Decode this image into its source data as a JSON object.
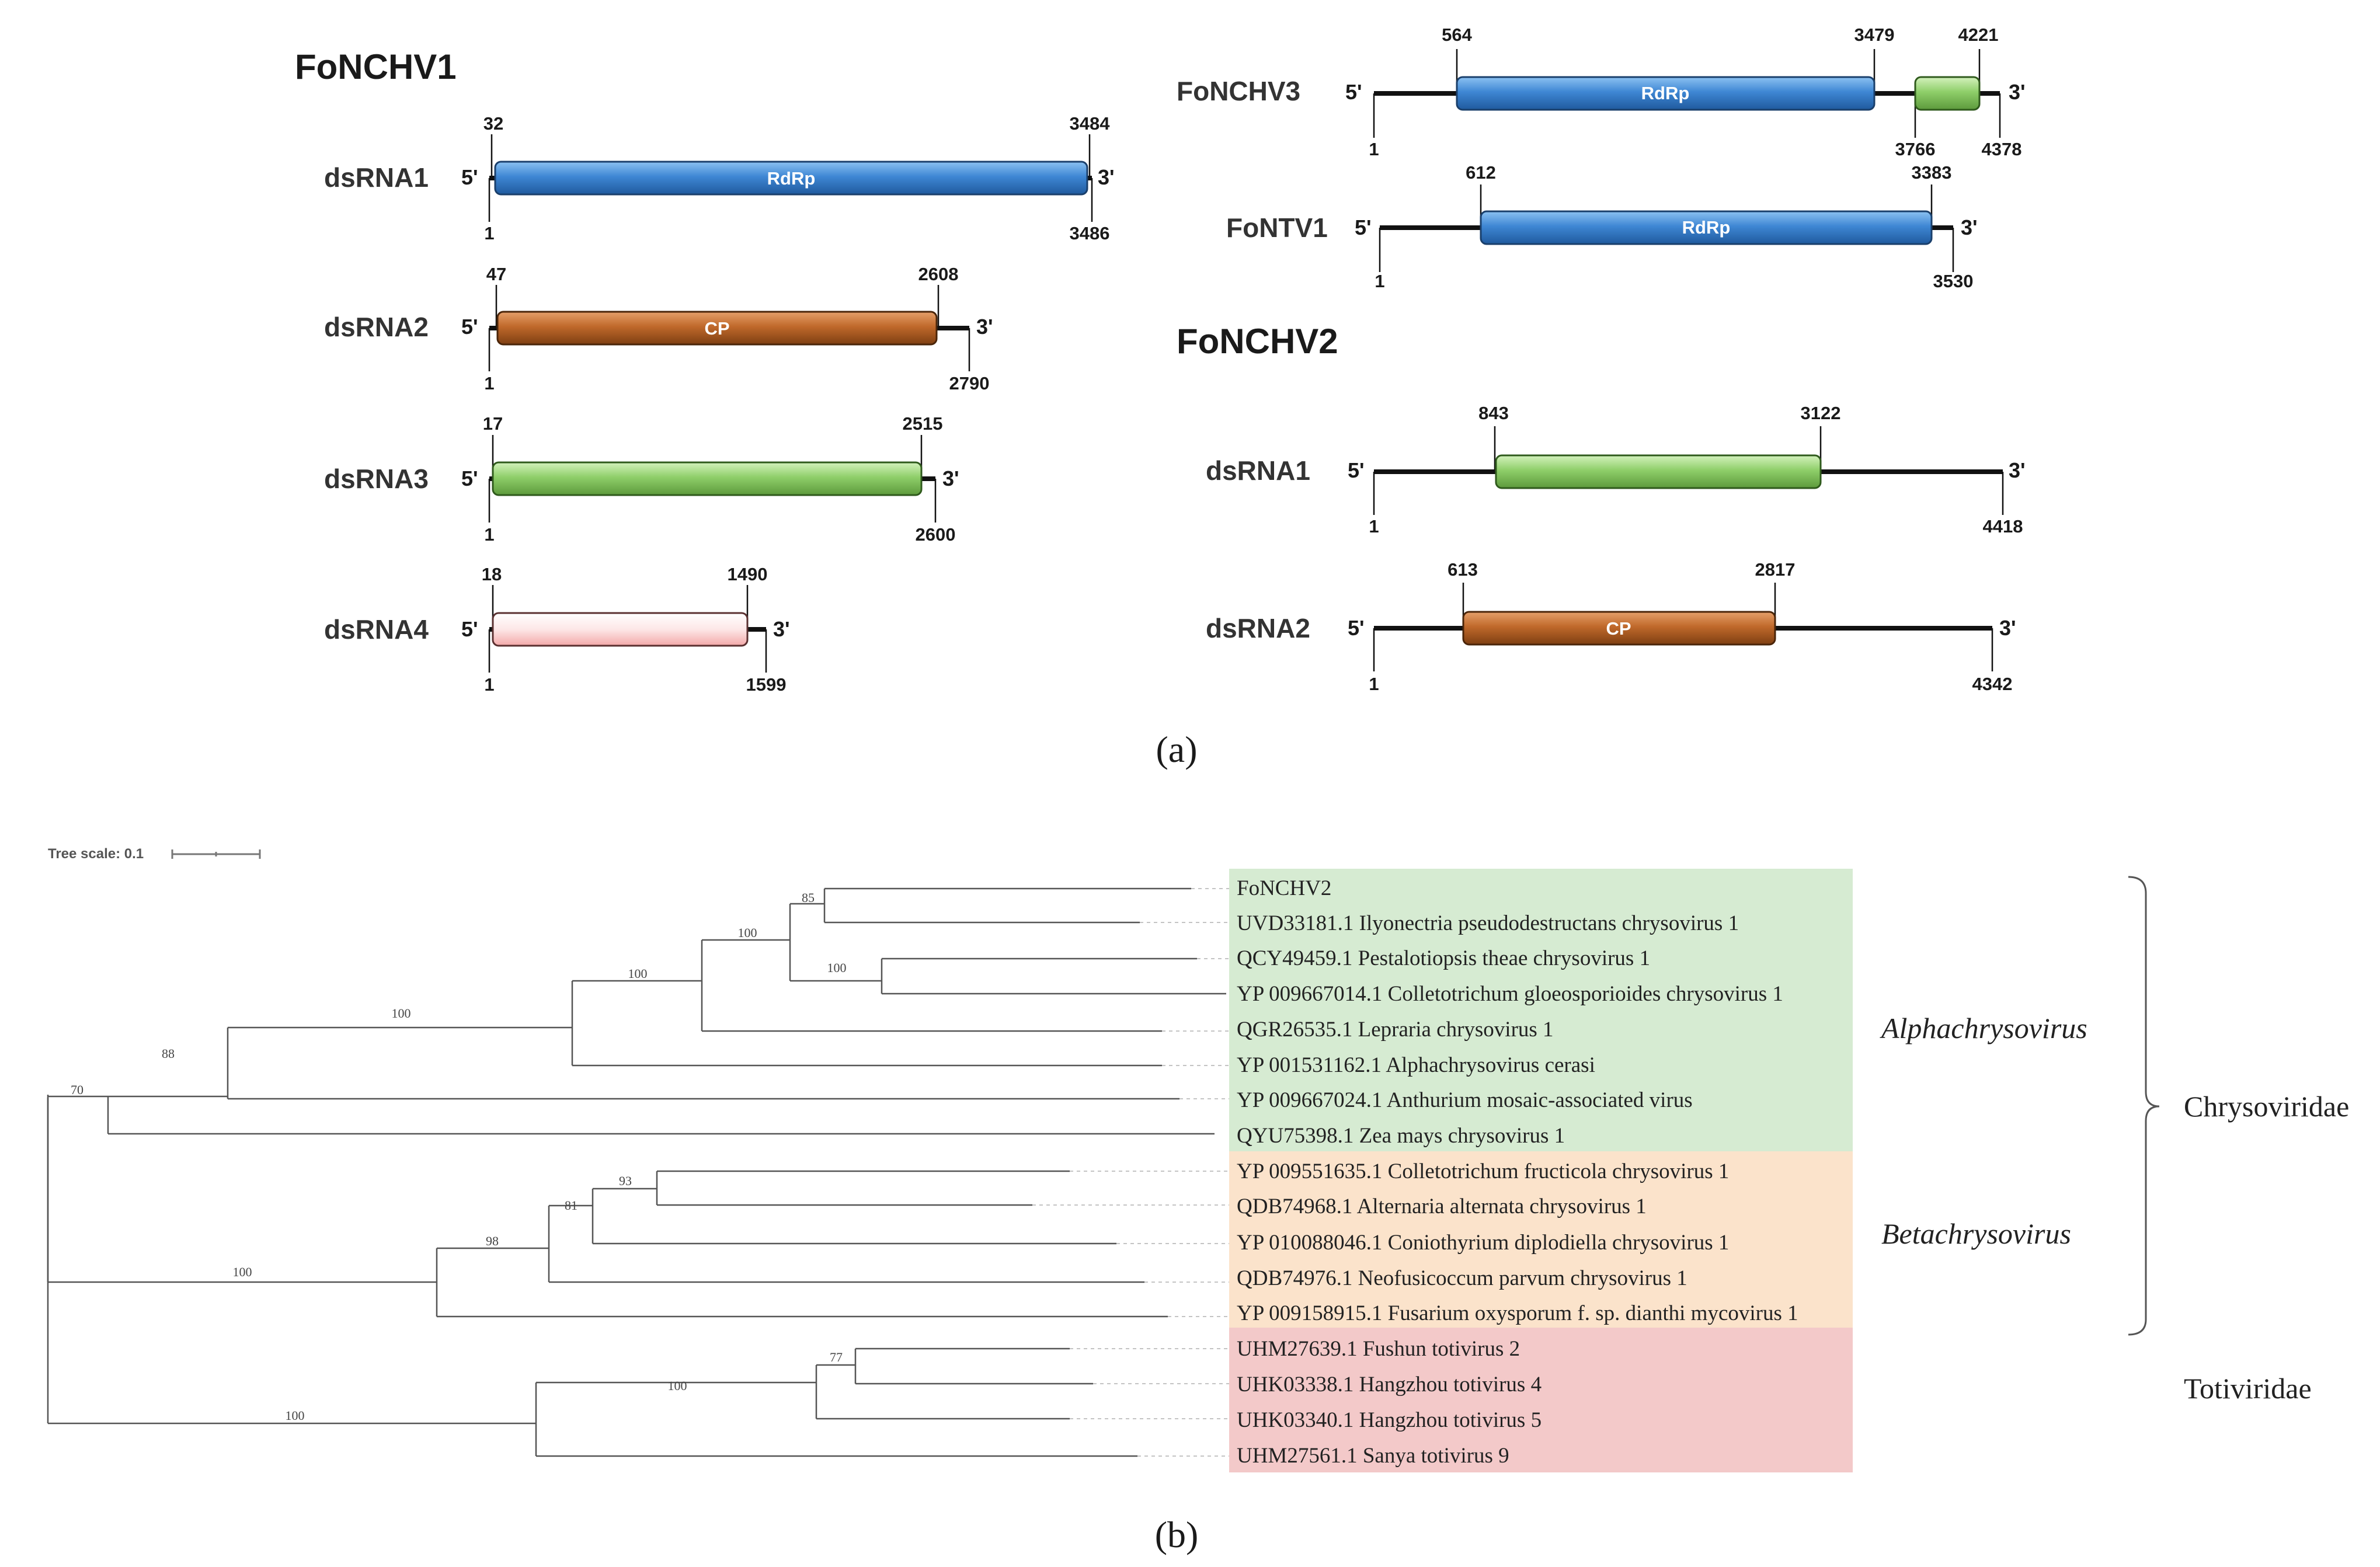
{
  "panel_a": {
    "caption": "(a)",
    "left_group": {
      "title": "FoNCHV1",
      "segments": [
        {
          "label": "dsRNA1",
          "five": "5'",
          "three": "3'",
          "start": "1",
          "end": "3486",
          "orf_start": "32",
          "orf_end": "3484",
          "orf_label": "RdRp",
          "color": "#3f87d4"
        },
        {
          "label": "dsRNA2",
          "five": "5'",
          "three": "3'",
          "start": "1",
          "end": "2790",
          "orf_start": "47",
          "orf_end": "2608",
          "orf_label": "CP",
          "color": "#c0692b"
        },
        {
          "label": "dsRNA3",
          "five": "5'",
          "three": "3'",
          "start": "1",
          "end": "2600",
          "orf_start": "17",
          "orf_end": "2515",
          "orf_label": "",
          "color": "#8fcf6a"
        },
        {
          "label": "dsRNA4",
          "five": "5'",
          "three": "3'",
          "start": "1",
          "end": "1599",
          "orf_start": "18",
          "orf_end": "1490",
          "orf_label": "",
          "color": "#f5bcbc"
        }
      ]
    },
    "right_group": {
      "fonchv3": {
        "label": "FoNCHV3",
        "five": "5'",
        "three": "3'",
        "start": "1",
        "end": "4378",
        "orf1_start": "564",
        "orf1_end": "3479",
        "orf1_label": "RdRp",
        "orf1_color": "#3f87d4",
        "orf2_start": "3766",
        "orf2_end": "4221",
        "orf2_color": "#8fcf6a"
      },
      "fontv1": {
        "label": "FoNTV1",
        "five": "5'",
        "three": "3'",
        "start": "1",
        "end": "3530",
        "orf_start": "612",
        "orf_end": "3383",
        "orf_label": "RdRp",
        "color": "#3f87d4"
      },
      "fonchv2": {
        "title": "FoNCHV2",
        "segments": [
          {
            "label": "dsRNA1",
            "five": "5'",
            "three": "3'",
            "start": "1",
            "end": "4418",
            "orf_start": "843",
            "orf_end": "3122",
            "orf_label": "",
            "color": "#8fcf6a"
          },
          {
            "label": "dsRNA2",
            "five": "5'",
            "three": "3'",
            "start": "1",
            "end": "4342",
            "orf_start": "613",
            "orf_end": "2817",
            "orf_label": "CP",
            "color": "#c0692b"
          }
        ]
      }
    }
  },
  "panel_b": {
    "caption": "(b)",
    "tree_scale_label": "Tree scale: 0.1",
    "taxa": [
      "FoNCHV2",
      "UVD33181.1 Ilyonectria pseudodestructans chrysovirus 1",
      "QCY49459.1 Pestalotiopsis theae chrysovirus 1",
      "YP 009667014.1 Colletotrichum gloeosporioides chrysovirus 1",
      "QGR26535.1 Lepraria chrysovirus 1",
      "YP 001531162.1 Alphachrysovirus cerasi",
      "YP 009667024.1 Anthurium mosaic-associated virus",
      "QYU75398.1 Zea mays chrysovirus 1",
      "YP 009551635.1 Colletotrichum fructicola chrysovirus 1",
      "QDB74968.1 Alternaria alternata chrysovirus 1",
      "YP 010088046.1 Coniothyrium diplodiella chrysovirus 1",
      "QDB74976.1 Neofusicoccum parvum chrysovirus 1",
      "YP 009158915.1 Fusarium oxysporum f. sp. dianthi mycovirus 1",
      "UHM27639.1 Fushun totivirus 2",
      "UHK03338.1 Hangzhou totivirus 4",
      "UHK03340.1 Hangzhou totivirus 5",
      "UHM27561.1 Sanya totivirus 9"
    ],
    "bootstrap": [
      "85",
      "100",
      "100",
      "100",
      "100",
      "88",
      "70",
      "93",
      "81",
      "98",
      "100",
      "77",
      "100",
      "100"
    ],
    "groups": [
      {
        "name": "Alphachrysovirus",
        "color": "#d6ebd2"
      },
      {
        "name": "Betachrysovirus",
        "color": "#fbe3cb"
      },
      {
        "name": "Totiviridae",
        "color": "#f3c9c9"
      }
    ],
    "family_chrysoviridae": "Chrysoviridae"
  }
}
